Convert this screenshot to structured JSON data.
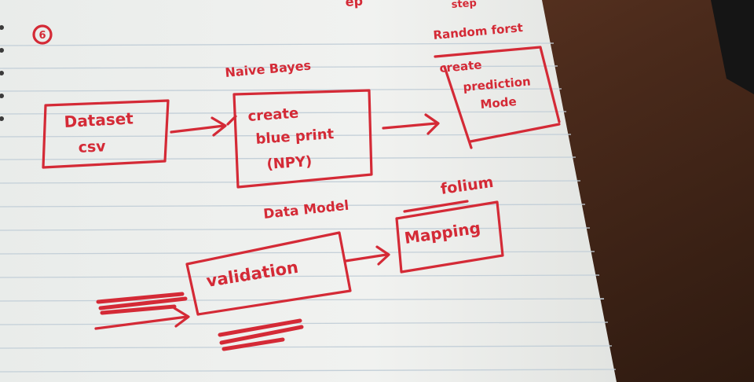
{
  "colors": {
    "paper": "#eef0ee",
    "rule": "#c3cfd8",
    "ink": "#d42a36",
    "table": "#5a3322"
  },
  "notes": {
    "circled_number": "6",
    "top_fragment_1": "ep",
    "top_fragment_2": "step",
    "random_forest": "Random forst",
    "naive_bayes": "Naive Bayes",
    "dataset_line1": "Dataset",
    "dataset_line2": "csv",
    "blueprint_line1": "create",
    "blueprint_line2": "blue print",
    "blueprint_line3": "(NPY)",
    "prediction_line1": "create",
    "prediction_line2": "prediction",
    "prediction_line3": "Mode",
    "data_model": "Data Model",
    "folium": "folium",
    "mapping": "Mapping",
    "validation": "validation"
  }
}
